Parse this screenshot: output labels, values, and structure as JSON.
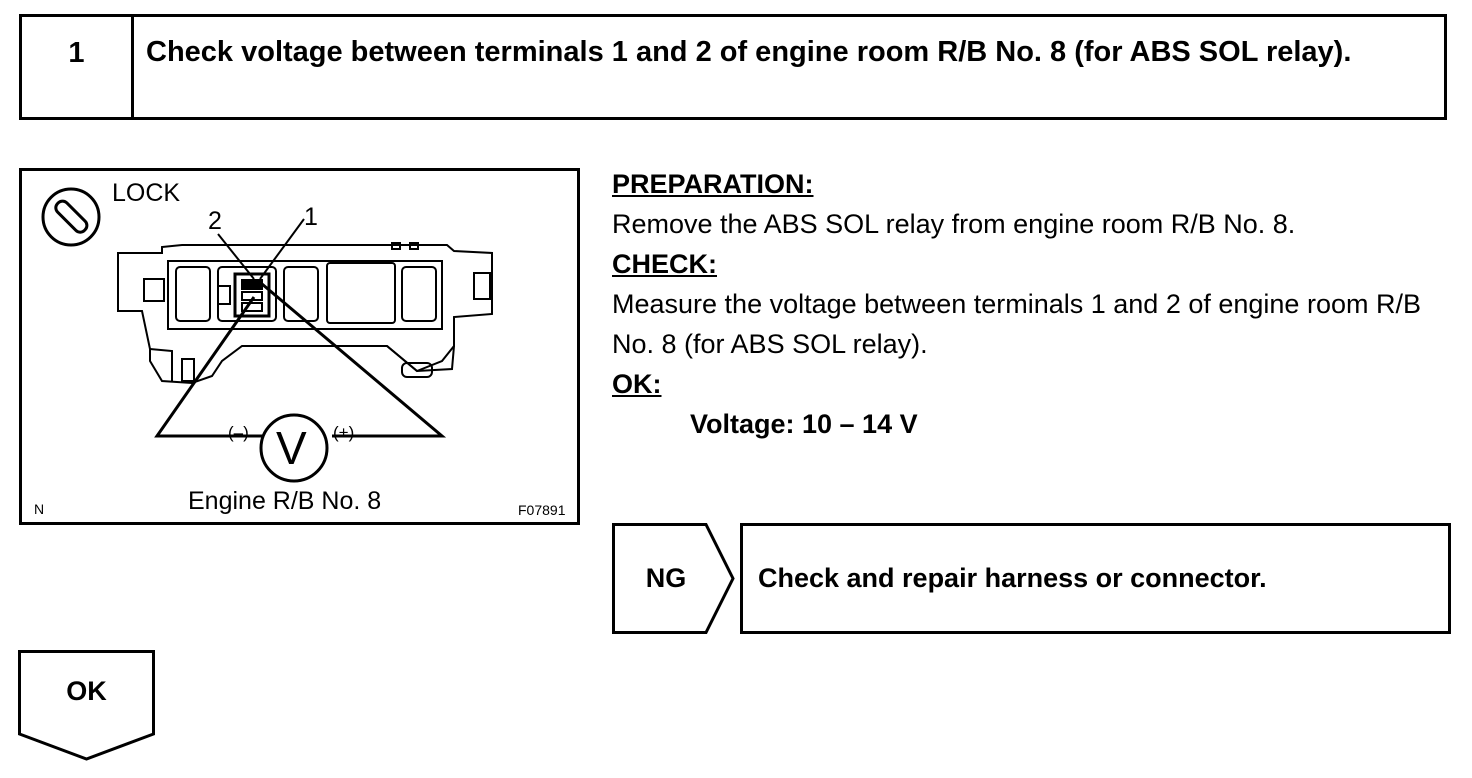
{
  "step": {
    "number": "1",
    "title": "Check voltage between terminals 1 and 2 of engine room R/B No. 8 (for ABS SOL relay)."
  },
  "figure": {
    "lock_label": "LOCK",
    "terminal_2": "2",
    "terminal_1": "1",
    "meter_symbol": "V",
    "negative_label": "(–)",
    "positive_label": "(+)",
    "caption": "Engine R/B No. 8",
    "corner_mark": "N",
    "figure_code": "F07891"
  },
  "instructions": {
    "preparation_heading": "PREPARATION:",
    "preparation_text": "Remove the ABS SOL relay from engine room R/B No. 8.",
    "check_heading": "CHECK:",
    "check_text": "Measure the voltage between terminals 1 and 2 of engine room R/B No. 8 (for ABS SOL relay).",
    "ok_heading": "OK:",
    "ok_spec": "Voltage: 10 – 14 V"
  },
  "ng_branch": {
    "label": "NG",
    "action": "Check and repair harness or connector."
  },
  "ok_branch": {
    "label": "OK"
  }
}
